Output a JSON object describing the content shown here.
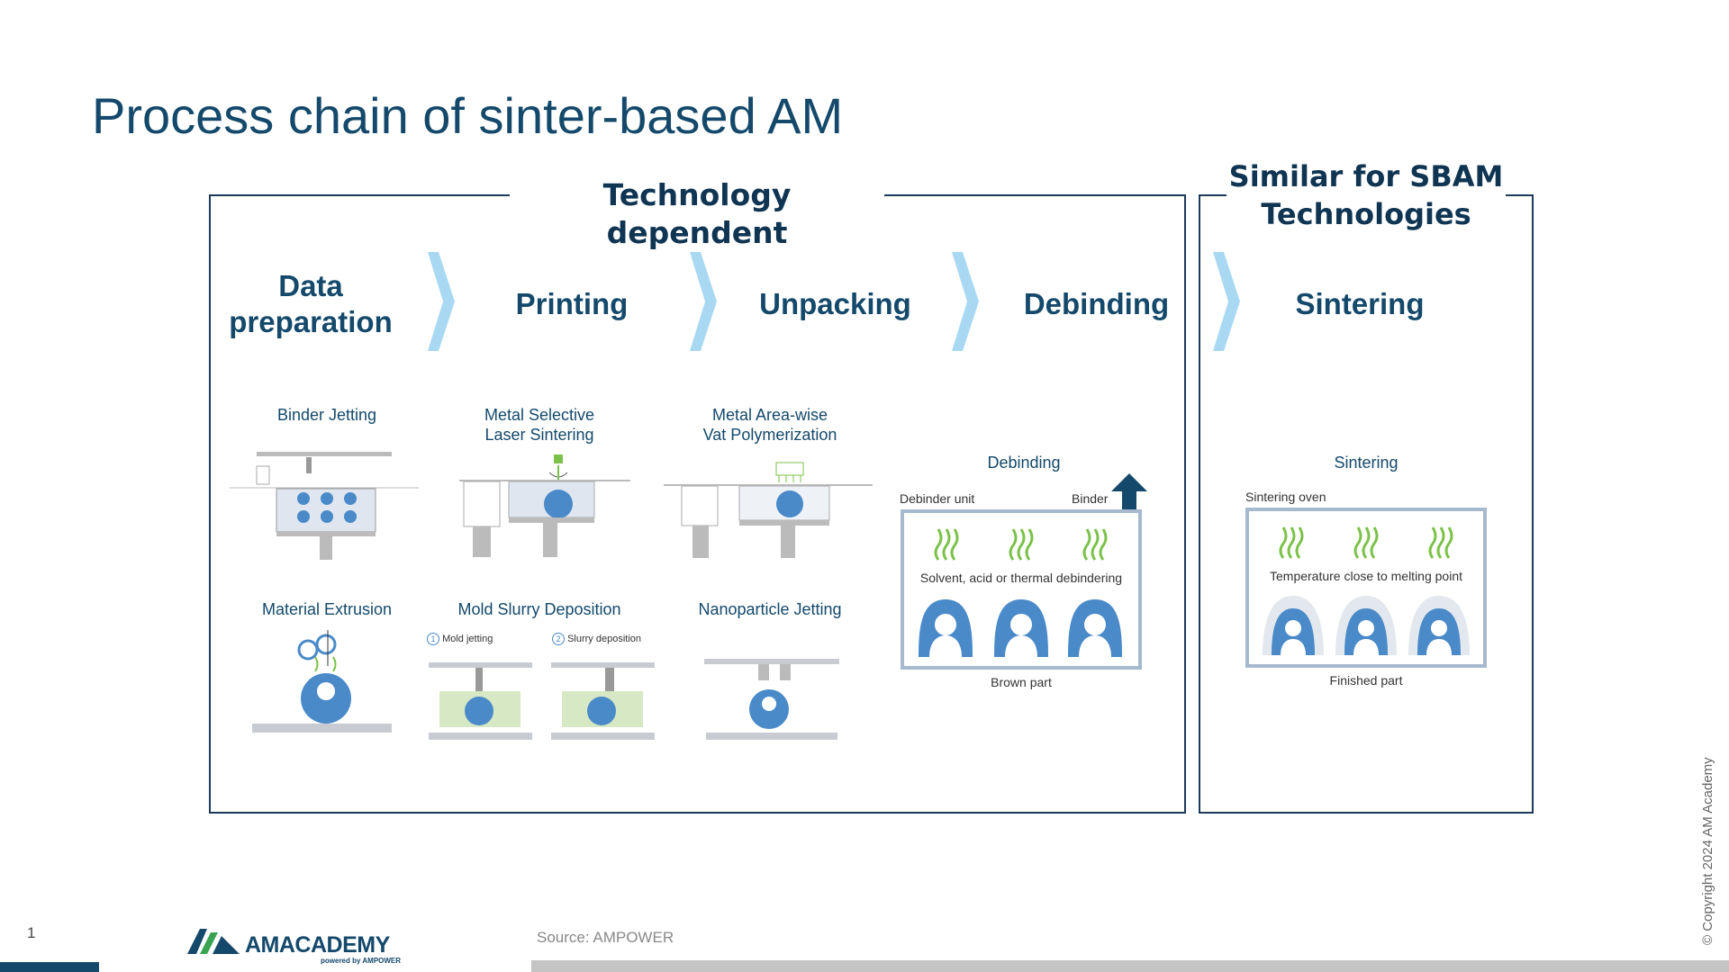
{
  "slide": {
    "title": "Process chain of sinter-based AM",
    "page_number": "1",
    "source": "Source: AMPOWER",
    "copyright": "© Copyright 2024 AM Academy"
  },
  "frames": {
    "left_label": "Technology dependent",
    "right_label_line1": "Similar for SBAM",
    "right_label_line2": "Technologies"
  },
  "steps": {
    "data_prep_line1": "Data",
    "data_prep_line2": "preparation",
    "printing": "Printing",
    "unpacking": "Unpacking",
    "debinding": "Debinding",
    "sintering": "Sintering"
  },
  "processes": {
    "binder_jetting": "Binder Jetting",
    "msls_line1": "Metal Selective",
    "msls_line2": "Laser Sintering",
    "mavp_line1": "Metal Area-wise",
    "mavp_line2": "Vat Polymerization",
    "material_extrusion": "Material Extrusion",
    "mold_slurry": "Mold Slurry Deposition",
    "nanoparticle_jetting": "Nanoparticle Jetting"
  },
  "debinding_panel": {
    "title": "Debinding",
    "unit_label": "Debinder unit",
    "binder_label": "Binder",
    "process_text": "Solvent, acid or thermal debindering",
    "part_label": "Brown part"
  },
  "sintering_panel": {
    "title": "Sintering",
    "oven_label": "Sintering oven",
    "process_text": "Temperature close to melting point",
    "part_label": "Finished part"
  },
  "mini_labels": {
    "mold_jetting": "Mold jetting",
    "slurry_deposition": "Slurry deposition"
  },
  "logo": {
    "name": "AMACADEMY",
    "tagline": "powered by AMPOWER"
  },
  "colors": {
    "title": "#14496b",
    "chevron": "#a9d8f2",
    "part": "#4a8ac9",
    "heat": "#7cc24a",
    "frame": "#1c3a5a",
    "logo_green": "#3aa351"
  }
}
